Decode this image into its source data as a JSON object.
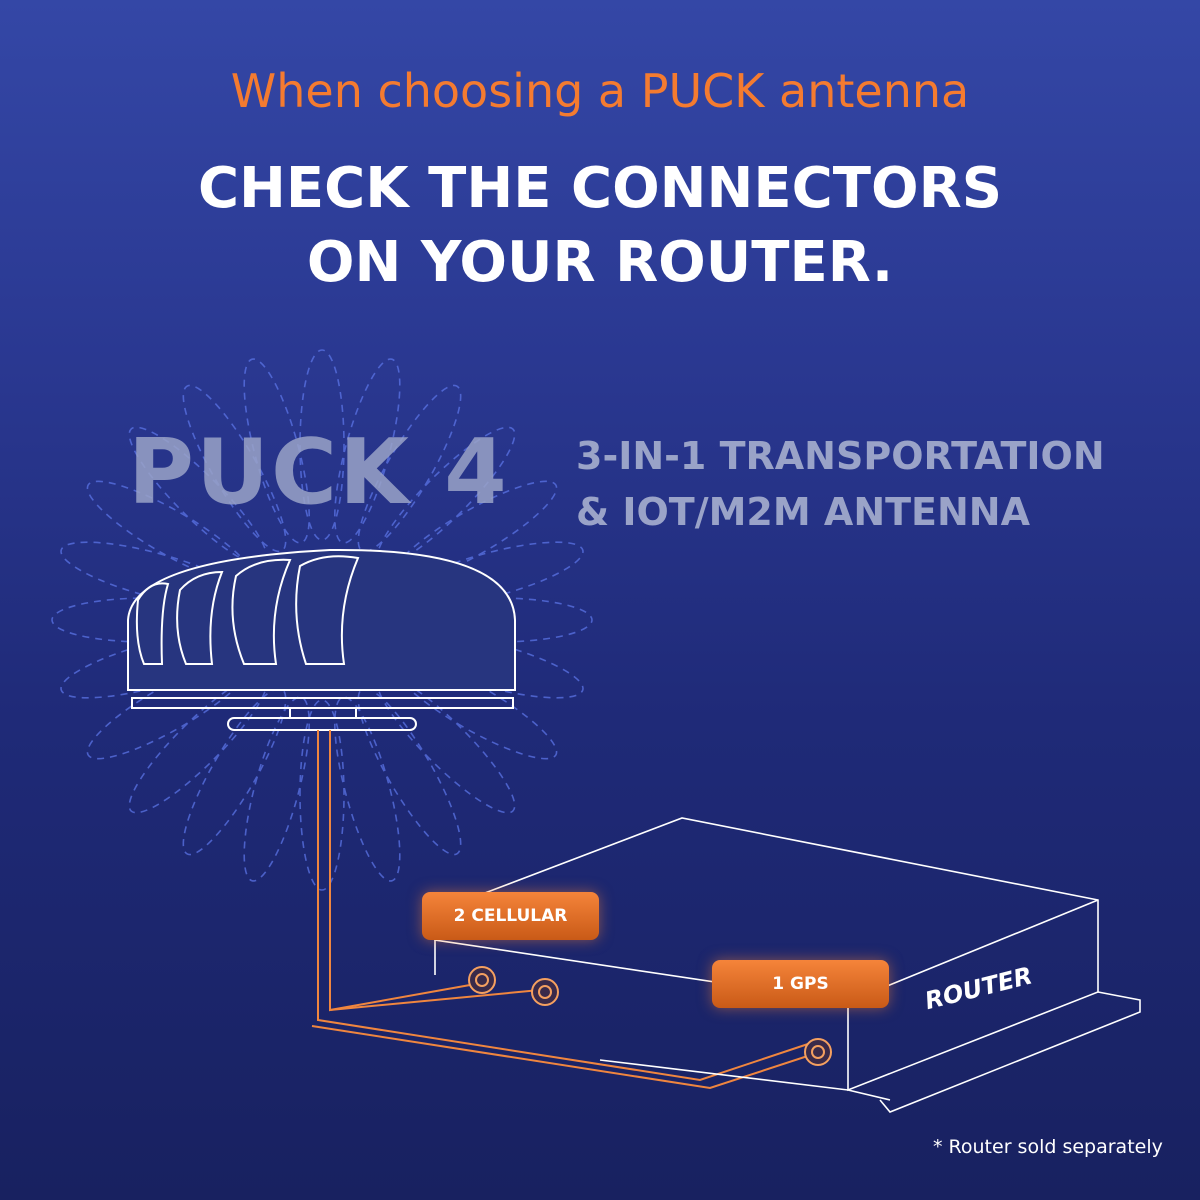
{
  "tagline": "When choosing a PUCK antenna",
  "headline": [
    "CHECK THE CONNECTORS",
    "ON YOUR ROUTER."
  ],
  "product": {
    "model": "PUCK 4",
    "subtitle": [
      "3-IN-1 TRANSPORTATION",
      "& IOT/M2M ANTENNA"
    ]
  },
  "labels": {
    "cellular": "2 CELLULAR",
    "gps": "1 GPS",
    "router": "ROUTER"
  },
  "footnote": "* Router sold separately",
  "colors": {
    "accent": "#f47b30",
    "background_top": "#3447a6",
    "background_bottom": "#182160",
    "muted_text": "#9aa3c8",
    "signal_lines": "#5b74e6"
  }
}
